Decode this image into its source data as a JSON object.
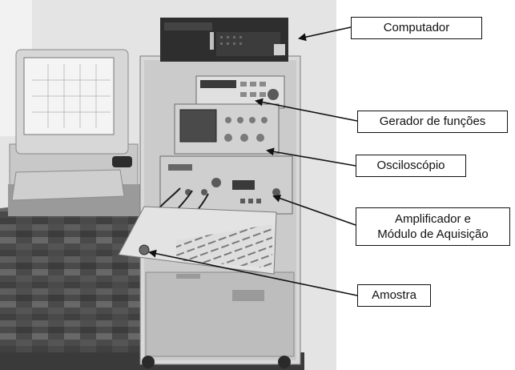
{
  "figure": {
    "kind": "annotated grayscale photograph of a laboratory instrument rack",
    "palette": {
      "wall": "#e6e6e6",
      "floor_dark": "#3a3a3a",
      "floor_light": "#6b6b6b",
      "rack": "#d4d4d4",
      "instrument": "#bcbcbc",
      "box_border": "#111111",
      "box_fill": "#ffffff",
      "arrow": "#111111"
    }
  },
  "callouts": {
    "computer": "Computador",
    "function_generator": "Gerador de funções",
    "oscilloscope": "Osciloscópio",
    "amplifier_line1": "Amplificador e",
    "amplifier_line2": "Módulo de Aquisição",
    "sample": "Amostra"
  }
}
